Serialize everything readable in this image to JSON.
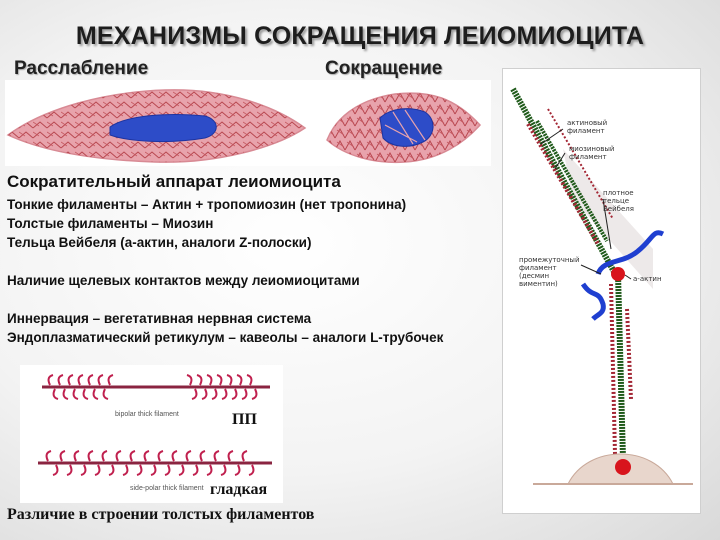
{
  "slide": {
    "title": "МЕХАНИЗМЫ СОКРАЩЕНИЯ ЛЕИОМИОЦИТА",
    "label_relaxation": "Расслабление",
    "label_contraction": "Сокращение",
    "section_heading": "Сократительный аппарат леиомиоцита",
    "lines": [
      "Тонкие филаменты – Актин + тропомиозин (нет тропонина)",
      "Толстые филаменты – Миозин",
      "Тельца Вейбеля (а-актин, аналоги Z-полоски)"
    ],
    "gap_junction_text": "Наличие щелевых контактов между леиомиоцитами",
    "innervation_line": "Иннервация – вегетативная нервная система",
    "er_line": "Эндоплазматический ретикулум – кавеолы – аналоги L-трубочек",
    "caption": "Различие в строении толстых филаментов"
  },
  "filament_figure": {
    "bipolar_label": "bipolar thick filament",
    "sidepolar_label": "side-polar thick filament",
    "label_striated": "ПП",
    "label_smooth": "гладкая"
  },
  "apparatus_figure": {
    "annotations": [
      "актиновый филамент",
      "миозиновый филамент",
      "плотное тельце Вейбеля",
      "промежуточный филамент (десмин виментин)",
      "а-актин"
    ]
  },
  "colors": {
    "cell_pink": "#e8a3ac",
    "nucleus_blue": "#2d4cc8",
    "myosin_green": "#1f5a1a",
    "actin_red": "#a32634",
    "intermediate_blue": "#1f3fd0",
    "dense_body_red": "#d8141c"
  }
}
